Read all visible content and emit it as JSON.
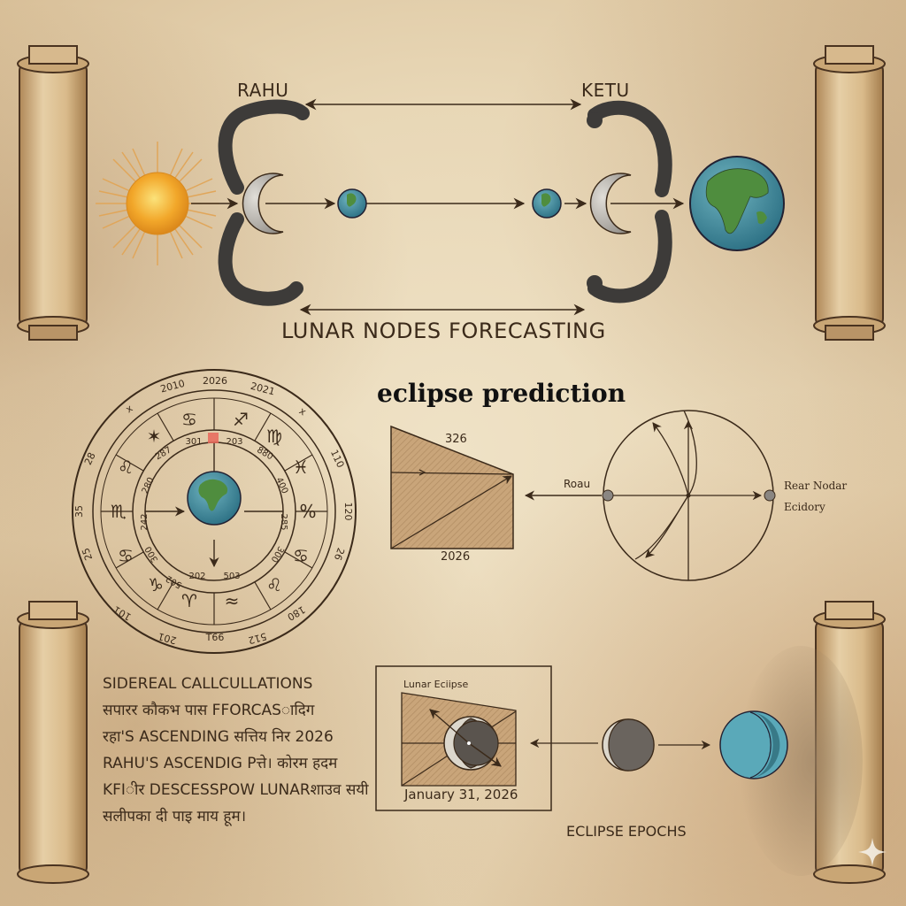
{
  "top_section": {
    "rahu_label": "RAHU",
    "ketu_label": "KETU",
    "title": "LUNAR NODES FORECASTING",
    "icons": [
      "sun-icon",
      "rahu-serpent-icon",
      "crescent-moon-icon",
      "small-earth-icon",
      "ketu-serpent-icon",
      "large-earth-icon"
    ]
  },
  "zodiac_wheel": {
    "outer_labels": [
      "2010",
      "2026",
      "2021",
      "x",
      "x",
      "28",
      "110",
      "35",
      "120",
      "25",
      "26",
      "101",
      "180",
      "201",
      "T66",
      "512"
    ],
    "inner_labels": [
      "301",
      "203",
      "287",
      "880",
      "280",
      "400",
      "242",
      "285",
      "300",
      "300",
      "502",
      "202",
      "503"
    ],
    "signs": [
      "♋",
      "♐",
      "♍",
      "♓",
      "%",
      "♋",
      "♌",
      "≈",
      "♈",
      "♑",
      "♋",
      "♌",
      "♏",
      "♒"
    ],
    "center_icon": "earth-icon",
    "marker_color": "#e8675a"
  },
  "eclipse_prediction": {
    "title": "eclipse prediction",
    "trapezoid_top_label": "326",
    "trapezoid_bottom_label": "2026",
    "left_node_label": "Roau",
    "right_node_label_line1": "Rear Nodar",
    "right_node_label_line2": "Ecidory"
  },
  "sidereal_text": {
    "lines": [
      "SIDEREAL CALLCULLATIONS",
      "सपारर कौकभ पास FFORCASादिग",
      "रहा'S ASCENDING सत्तिय निर 2026",
      "RAHU'S ASCENDIG Pत्ते। कोरम हदम",
      "KFIीर DESCEЅSPOW LUNARशाउव सयी",
      "सलीपका दी पाइ माय हूम।"
    ]
  },
  "lunar_eclipse_box": {
    "title": "Lunar Eciipse",
    "date": "January 31, 2026"
  },
  "eclipse_epochs": {
    "title": "ECLIPSE EPOCHS"
  },
  "colors": {
    "ink": "#3b2a1a",
    "parchment": "#ecdcbf",
    "sun": "#f2a72a",
    "earth_ocean": "#3a8ea0",
    "earth_land": "#4f8d3e",
    "serpent": "#3d3b39",
    "moon": "#bdbab3",
    "teal_planet": "#4a9aab"
  }
}
